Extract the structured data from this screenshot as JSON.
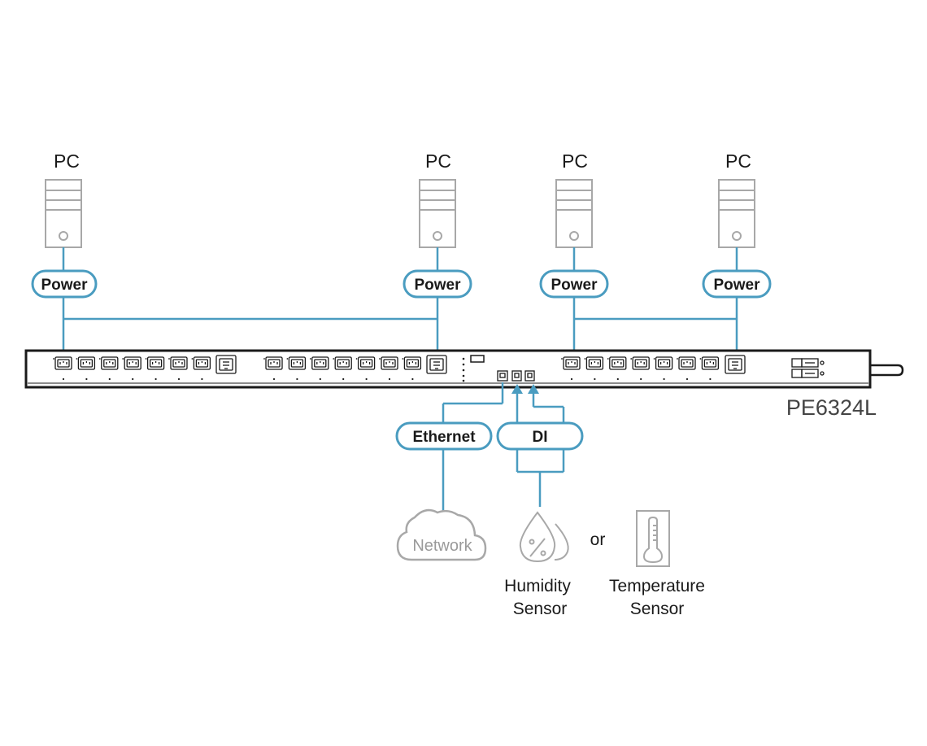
{
  "colors": {
    "accent": "#4a9cc0",
    "icon_gray": "#a8a8a8",
    "device_outline": "#1a1a1a",
    "text": "#1a1a1a",
    "model_text": "#444444"
  },
  "computers": [
    {
      "label": "PC",
      "connector": "Power"
    },
    {
      "label": "PC",
      "connector": "Power"
    },
    {
      "label": "PC",
      "connector": "Power"
    },
    {
      "label": "PC",
      "connector": "Power"
    }
  ],
  "device": {
    "model": "PE6324L"
  },
  "links": {
    "ethernet": "Ethernet",
    "di": "DI"
  },
  "network": {
    "label": "Network"
  },
  "sensors": {
    "humidity": [
      "Humidity",
      "Sensor"
    ],
    "separator": "or",
    "temperature": [
      "Temperature",
      "Sensor"
    ]
  }
}
